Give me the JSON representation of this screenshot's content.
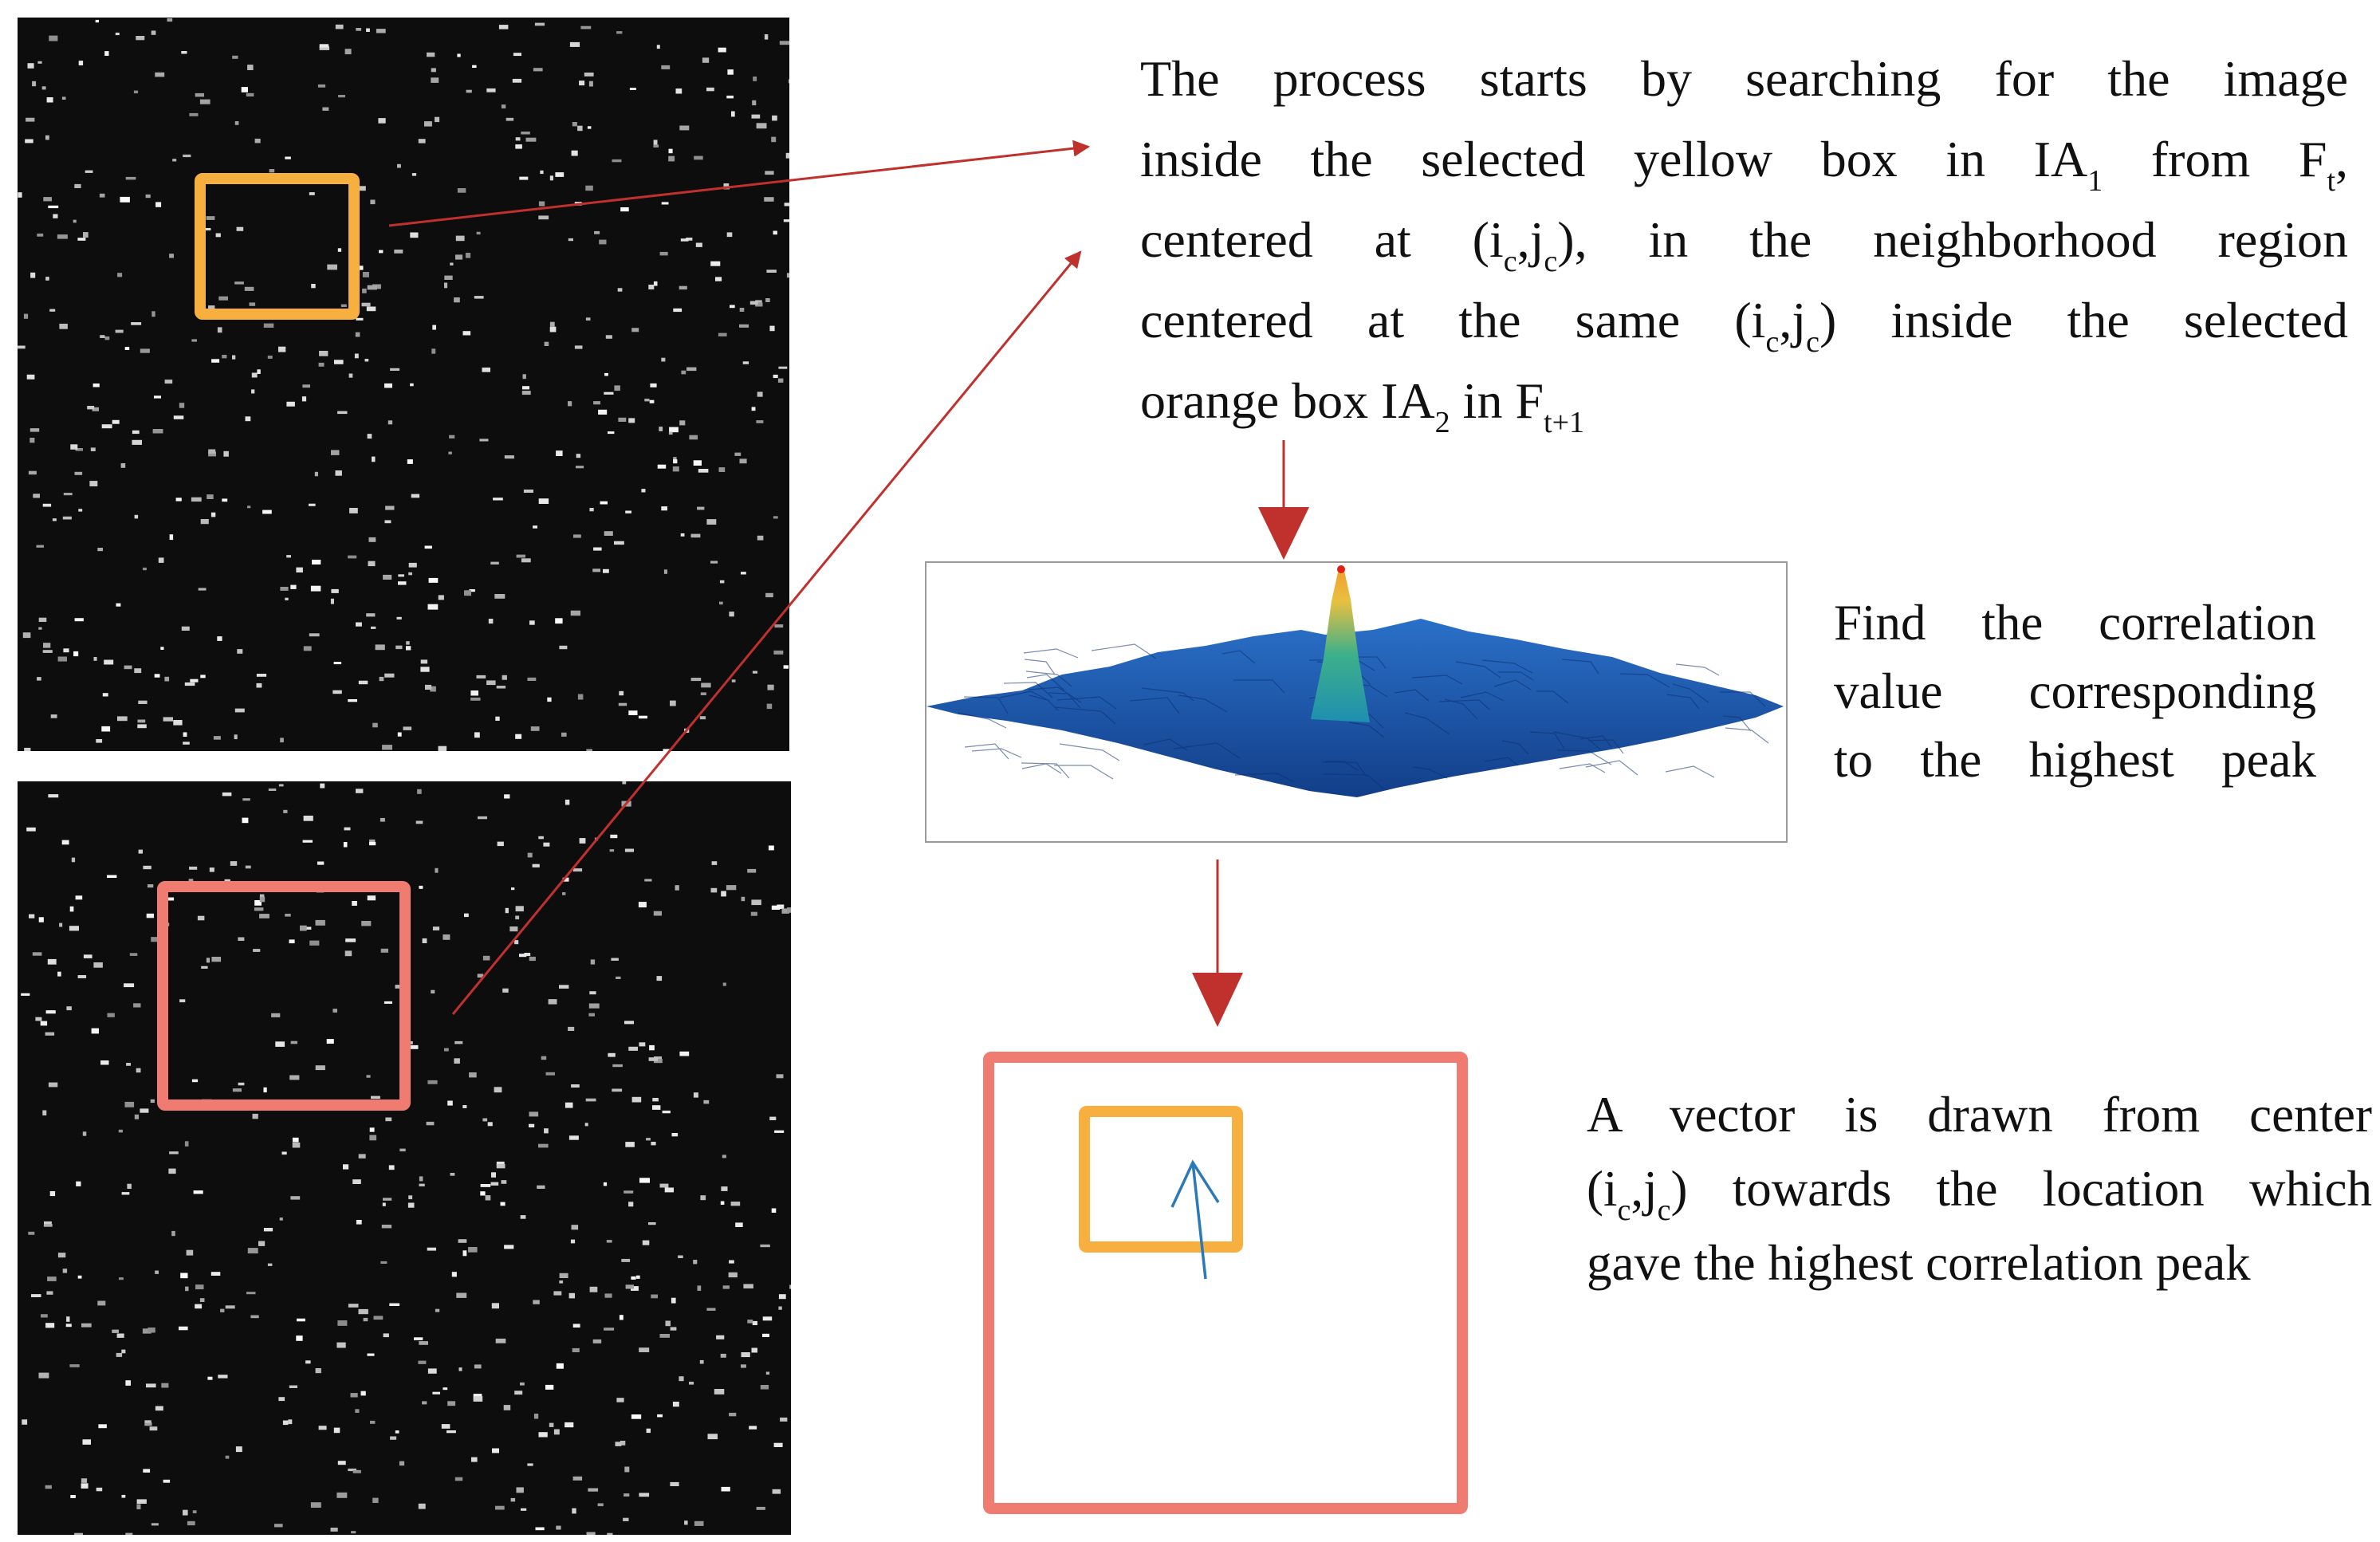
{
  "frames": {
    "frame_t": {
      "label": "",
      "box_color": "#F7B040"
    },
    "frame_t1": {
      "label": "",
      "box_color": "#F07B70"
    }
  },
  "main_text": {
    "l1": "The process starts by searching for the image",
    "l2_a": "inside the selected yellow box in IA",
    "l2_sub1": "1",
    "l2_b": " from F",
    "l2_sub2": "t",
    "l2_c": ",",
    "l3_a": "centered at (i",
    "l3_sub1": "c",
    "l3_b": ",j",
    "l3_sub2": "c",
    "l3_c": "), in the neighborhood region",
    "l4_a": "centered at the same (i",
    "l4_sub1": "c",
    "l4_b": ",j",
    "l4_sub2": "c",
    "l4_c": ") inside the selected",
    "l5_a": "orange box IA",
    "l5_sub1": "2",
    "l5_b": " in F",
    "l5_sub2": "t+1"
  },
  "peak_text": {
    "l1": "Find the correlation",
    "l2": "value corresponding",
    "l3": "to the highest peak"
  },
  "vector_text": {
    "l1": "A vector is drawn from center",
    "l2_a": "(i",
    "l2_sub1": "c",
    "l2_b": ",j",
    "l2_sub2": "c",
    "l2_c": ") towards the location which",
    "l3": "gave the highest correlation peak"
  },
  "colors": {
    "yellow_box": "#F7B040",
    "orange_box": "#F07B70",
    "arrow_red": "#C0302C",
    "vector_blue": "#2B79B8",
    "surface_blue": "#1F5FB5",
    "peak_red": "#E02010"
  },
  "icons": {
    "process_arrow": "down-arrow-icon",
    "vector": "vector-arrow-icon"
  }
}
